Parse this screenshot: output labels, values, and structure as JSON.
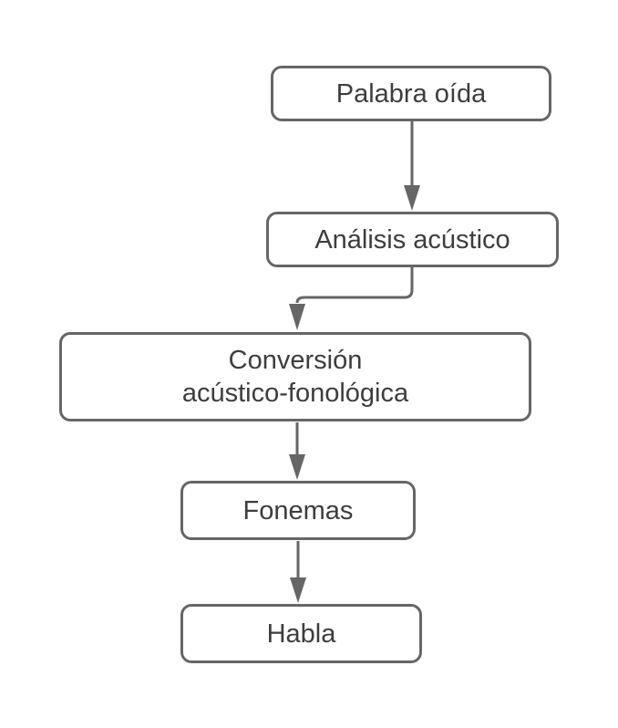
{
  "diagram": {
    "type": "flowchart",
    "direction": "top-down",
    "nodes": [
      {
        "id": "palabra-oida",
        "label": "Palabra oída"
      },
      {
        "id": "analisis-acustico",
        "label": "Análisis acústico"
      },
      {
        "id": "conversion-acustico-fonologica",
        "label": "Conversión\nacústico-fonológica"
      },
      {
        "id": "fonemas",
        "label": "Fonemas"
      },
      {
        "id": "habla",
        "label": "Habla"
      }
    ],
    "edges": [
      {
        "from": "Palabra oída",
        "to": "Análisis acústico",
        "style": "straight-arrow"
      },
      {
        "from": "Análisis acústico",
        "to": "Conversión acústico-fonológica",
        "style": "elbow-arrow"
      },
      {
        "from": "Conversión acústico-fonológica",
        "to": "Fonemas",
        "style": "straight-arrow"
      },
      {
        "from": "Fonemas",
        "to": "Habla",
        "style": "straight-arrow"
      }
    ],
    "colors": {
      "node_border": "#666666",
      "node_fill": "#ffffff",
      "edge_stroke": "#666666",
      "arrowhead_fill": "#666666",
      "text": "#3d3d3d",
      "background": "#ffffff"
    }
  }
}
